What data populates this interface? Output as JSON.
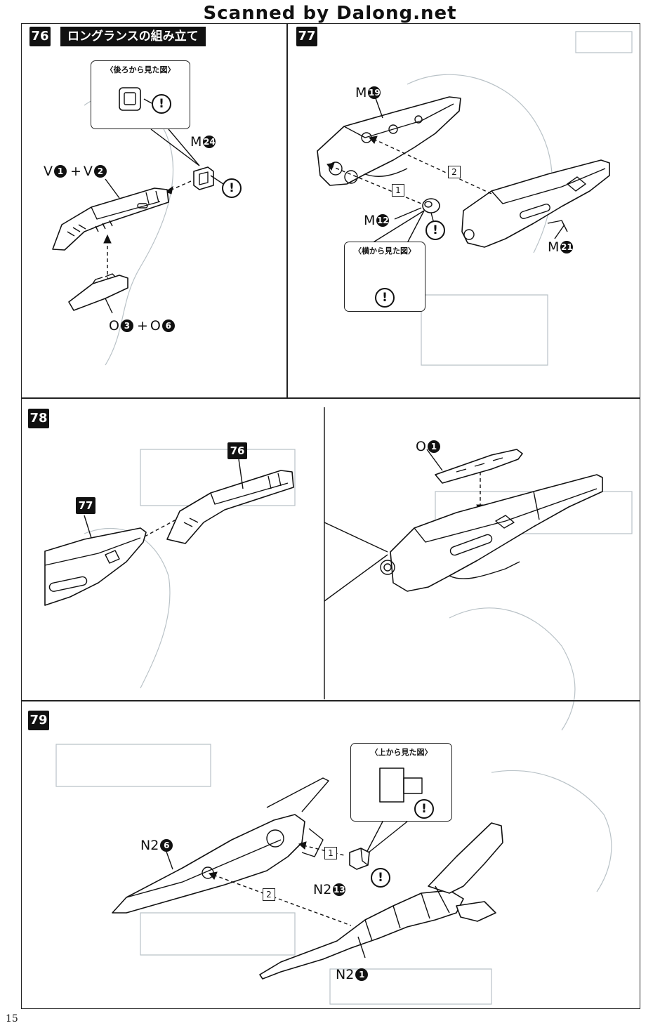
{
  "header": {
    "title": "Scanned by Dalong.net"
  },
  "page_number": "15",
  "steps": [
    {
      "number": "76",
      "title": "ロングランスの組み立て",
      "callout": {
        "title": "〈後ろから見た図〉"
      },
      "parts": {
        "m24": {
          "letter": "M",
          "num": "24"
        },
        "v1": {
          "letter": "V",
          "num": "1"
        },
        "v2": {
          "letter": "V",
          "num": "2"
        },
        "o3": {
          "letter": "O",
          "num": "3"
        },
        "o6": {
          "letter": "O",
          "num": "6"
        }
      },
      "plus": "+"
    },
    {
      "number": "77",
      "callout": {
        "title": "〈横から見た図〉"
      },
      "parts": {
        "m19": {
          "letter": "M",
          "num": "19"
        },
        "m12": {
          "letter": "M",
          "num": "12"
        },
        "m21": {
          "letter": "M",
          "num": "21"
        }
      },
      "order": [
        "1",
        "2"
      ]
    },
    {
      "number": "78",
      "refs": [
        "76",
        "77"
      ],
      "parts": {
        "o1": {
          "letter": "O",
          "num": "1"
        }
      }
    },
    {
      "number": "79",
      "callout": {
        "title": "〈上から見た図〉"
      },
      "parts": {
        "n2_6": {
          "letter": "N2",
          "num": "6"
        },
        "n2_13": {
          "letter": "N2",
          "num": "13"
        },
        "n2_1": {
          "letter": "N2",
          "num": "1"
        }
      },
      "order": [
        "1",
        "2"
      ]
    }
  ],
  "warning_symbol": "!"
}
